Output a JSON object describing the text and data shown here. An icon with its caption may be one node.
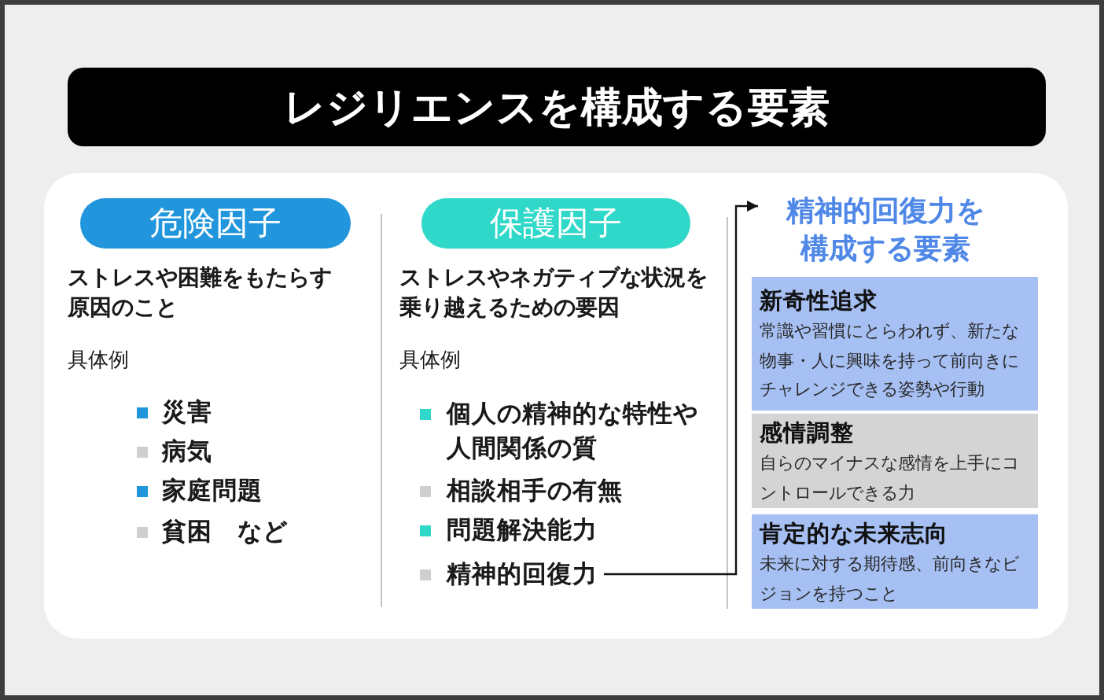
{
  "diagram": {
    "title": "レジリエンスを構成する要素",
    "nodes": [
      {
        "text": [
          "危険因子"
        ]
      },
      {
        "text": [
          "保護因子"
        ]
      },
      {
        "text": [
          "精神的回復力"
        ]
      },
      {
        "text": [
          "精神的回復力を構成する要素"
        ]
      },
      {
        "text": [
          "新奇性追求",
          "常識や習慣にとらわれず、新たな物事・人に興味を持って前向きにチャレンジできる姿勢や行動"
        ]
      },
      {
        "text": [
          "感情調整",
          "自らのマイナスな感情を上手にコントロールできる力"
        ]
      },
      {
        "text": [
          "肯定的な未来志向",
          "未来に対する期待感、前向きなビジョンを持つこと"
        ]
      }
    ],
    "edges": [
      {
        "from": 2,
        "to": 3,
        "arrow": "to"
      }
    ],
    "labels": [
      "ストレスや困難をもたらす原因のこと",
      "具体例",
      "災害",
      "病気",
      "家庭問題",
      "貧困　など",
      "ストレスやネガティブな状況を乗り越えるための要因",
      "具体例",
      "個人の精神的な特性や人間関係の質",
      "相談相手の有無",
      "問題解決能力"
    ]
  }
}
